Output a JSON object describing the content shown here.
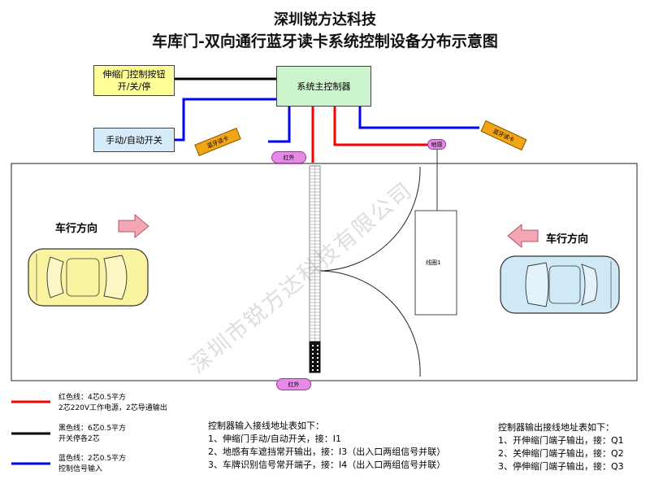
{
  "title": "深圳锐方达科技",
  "subtitle": "车库门-双向通行蓝牙读卡系统控制设备分布示意图",
  "main_controller": "系统主控制器",
  "button_box": [
    "伸缩门控制按钮",
    "开/关/停"
  ],
  "manual_switch": "手动/自动开关",
  "bluetooth_reader_left": "蓝牙读卡",
  "bluetooth_reader_right": "蓝牙读卡",
  "infrared_top": "红外",
  "infrared_bottom": "红外",
  "ground_sensor": "地感",
  "coil_label": "线圈1",
  "direction_left": "车行方向",
  "direction_right": "车行方向",
  "watermark": "深圳市锐方达科技有限公司",
  "legend": {
    "red": [
      "红色线：4芯0.5平方",
      "2芯220V工作电源，2芯导通输出"
    ],
    "black": [
      "黑色线：6芯0.5平方",
      "开关停各2芯"
    ],
    "blue": [
      "蓝色线：2芯0.5平方",
      "控制信号输入"
    ]
  },
  "input_table": {
    "heading": "控制器输入接线地址表如下：",
    "items": [
      "1、伸缩门手动/自动开关，接：I1",
      "2、地感有车遮挡常开输出，接：I3（出入口两组信号并联）",
      "3、车牌识别信号常开端子，接：I4（出入口两组信号并联）"
    ]
  },
  "output_table": {
    "heading": "控制器输出接线地址表如下：",
    "items": [
      "1、开伸缩门端子输出，接：Q1",
      "2、关伸缩门端子输出，接：Q2",
      "3、停伸缩门端子输出，接：Q3"
    ]
  },
  "colors": {
    "red": "#ff0000",
    "black": "#000000",
    "blue": "#0000ff",
    "controller": "#cdf5cd",
    "button_box": "#ffff99",
    "switch_box": "#d6ecfa",
    "reader": "#f2a516",
    "infrared": "#e58be5",
    "arrow": "#f4a6b4",
    "car_left": "#faf3a0",
    "car_right": "#cfe9f7"
  }
}
